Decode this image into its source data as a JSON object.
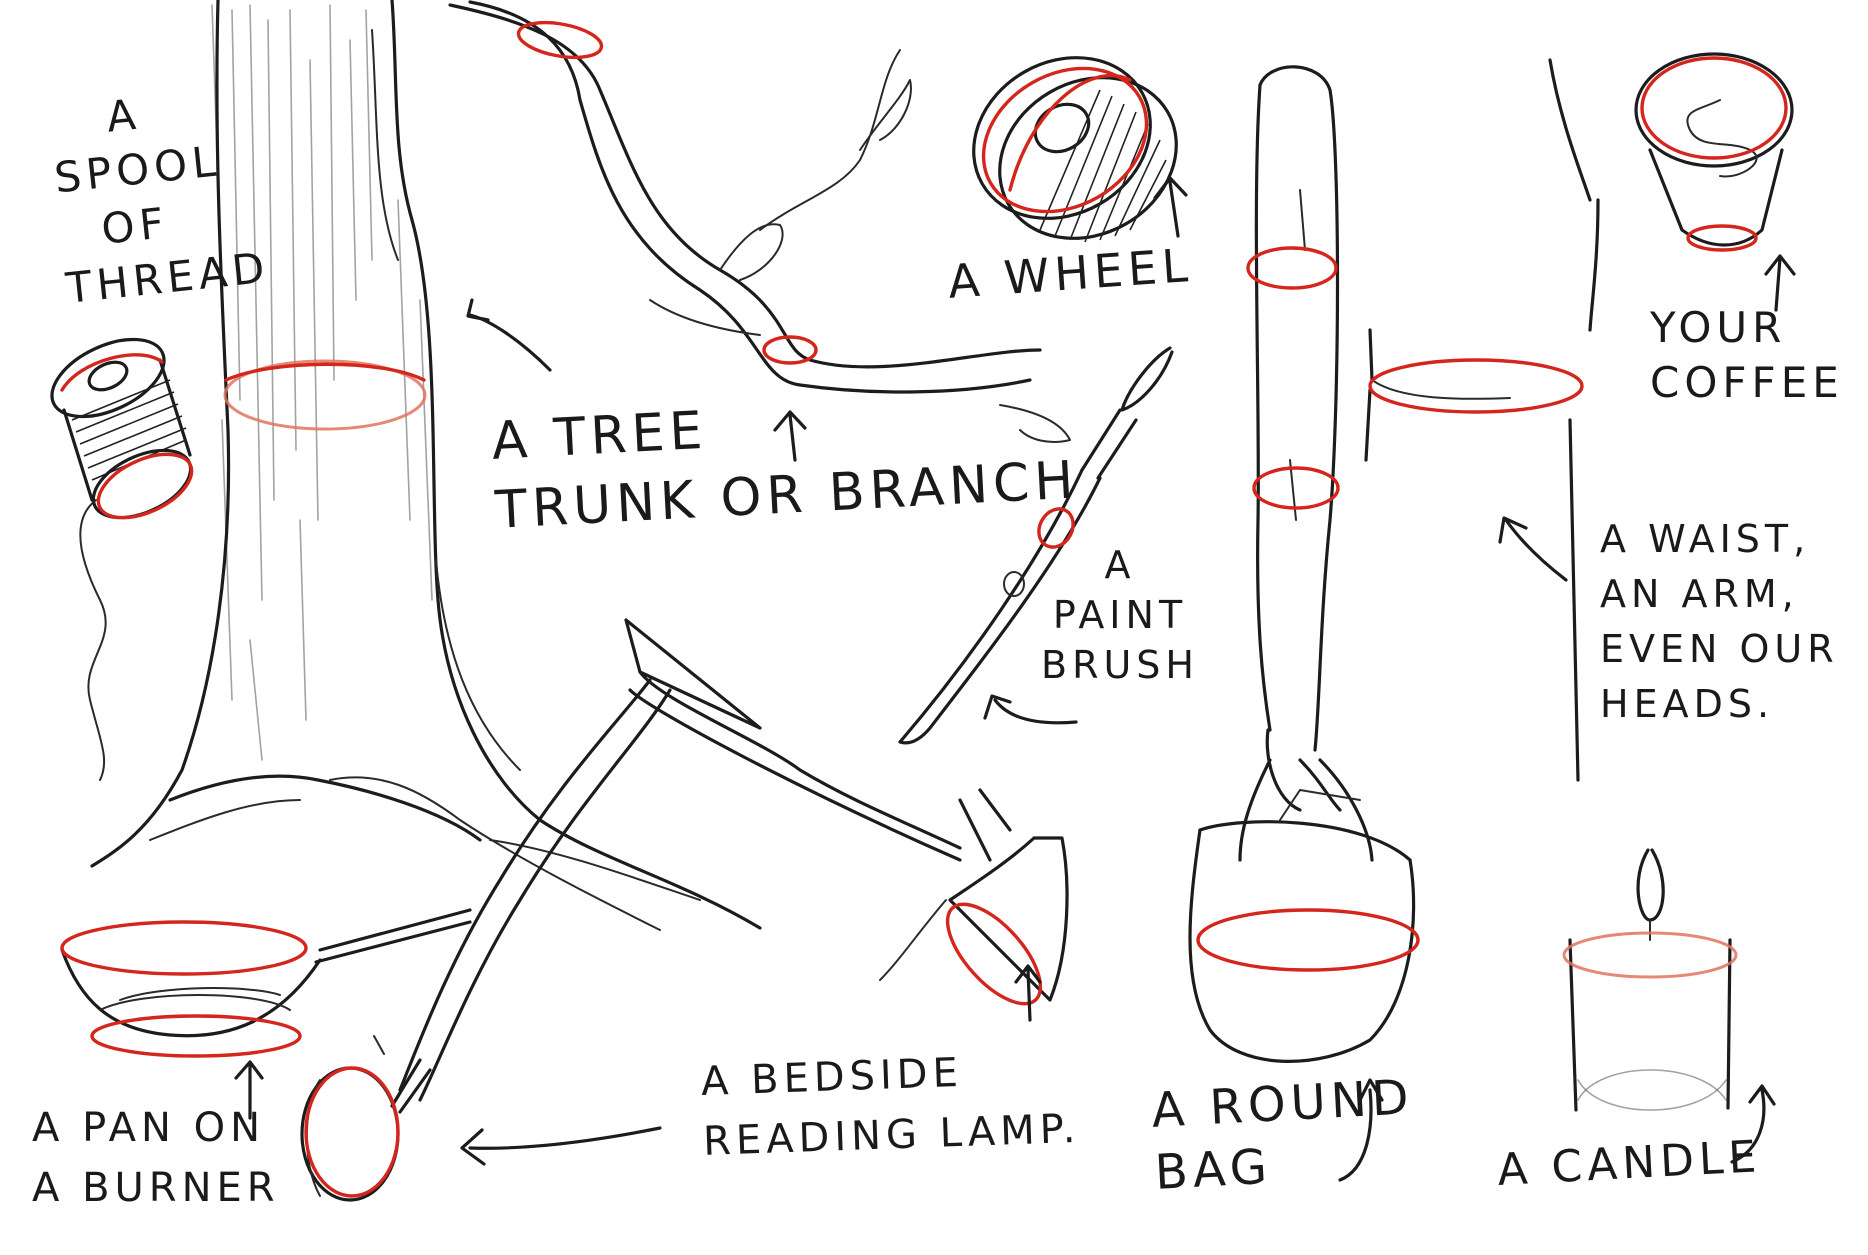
{
  "labels": {
    "spool": "A\nSPOOL\nOF\nTHREAD",
    "tree": "A TREE\nTRUNK OR BRANCH",
    "wheel": "A WHEEL",
    "brush": "A\nPAINT\nBRUSH",
    "coffee": "YOUR\nCOFFEE",
    "waist": "A WAIST,\nAN ARM,\nEVEN OUR\nHEADS.",
    "pan": "A PAN ON\nA BURNER",
    "lamp": "A BEDSIDE\nREADING LAMP.",
    "bag": "A ROUND\nBAG",
    "candle": "A CANDLE"
  },
  "colors": {
    "ink": "#1c1c1c",
    "accent_red": "#d4261c",
    "paper": "#ffffff"
  }
}
